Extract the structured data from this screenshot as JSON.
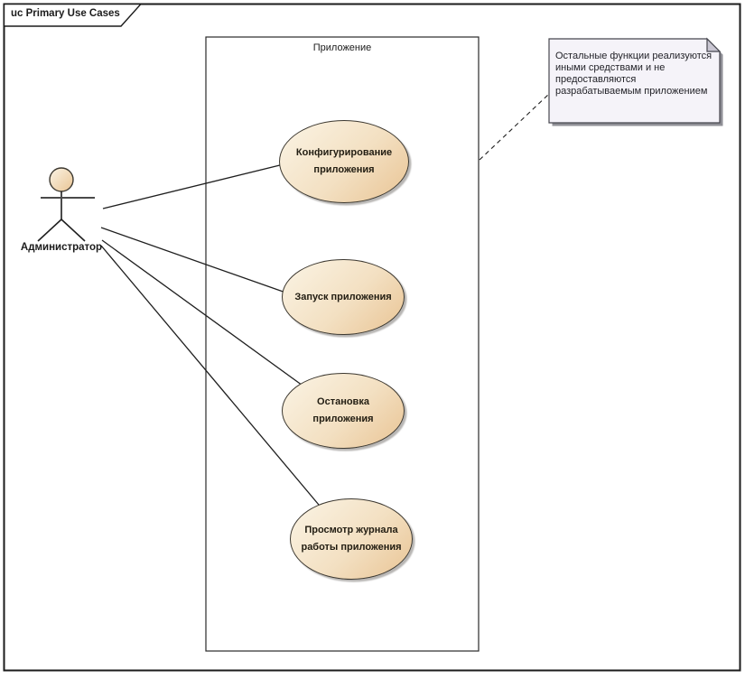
{
  "frame": {
    "title": "uc Primary Use Cases"
  },
  "boundary": {
    "label": "Приложение"
  },
  "actor": {
    "label": "Администратор"
  },
  "use_cases": [
    {
      "label": "Конфигурирование приложения",
      "lines": [
        "Конфигурирование",
        "приложения"
      ]
    },
    {
      "label": "Запуск приложения",
      "lines": [
        "Запуск приложения",
        ""
      ]
    },
    {
      "label": "Остановка приложения",
      "lines": [
        "Остановка",
        "приложения"
      ]
    },
    {
      "label": "Просмотр журнала работы приложения",
      "lines": [
        "Просмотр журнала",
        "работы приложения"
      ]
    }
  ],
  "note": {
    "text": "Остальные функции реализуются иными средствами и не предоставляются разрабатываемым приложением",
    "lines": [
      "Остальные функции реализуются",
      "иными средствами и не",
      "предоставляются",
      "разрабатываемым приложением"
    ]
  },
  "theme": {
    "canvas_bg": "#ffffff",
    "line_color": "#1b1b1b",
    "node_border": "#3c3830",
    "node_text": "#221d12",
    "node_fill_start": "#fbf4e5",
    "node_fill_end": "#e9c494",
    "note_fill": "#f5f3f9",
    "note_fold": "#c9c6d2",
    "note_text": "#232329",
    "shadow_color": "#8f8f96"
  }
}
